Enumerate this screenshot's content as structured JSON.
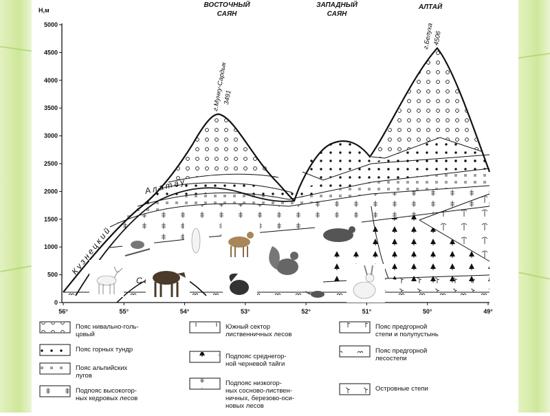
{
  "axis": {
    "y_label": "H,м",
    "y_ticks": [
      {
        "value": 0,
        "label": "0"
      },
      {
        "value": 500,
        "label": "500"
      },
      {
        "value": 1000,
        "label": "1000"
      },
      {
        "value": 1500,
        "label": "1500"
      },
      {
        "value": 2000,
        "label": "2000"
      },
      {
        "value": 2500,
        "label": "2500"
      },
      {
        "value": 3000,
        "label": "3000"
      },
      {
        "value": 3500,
        "label": "3500"
      },
      {
        "value": 4000,
        "label": "4000"
      },
      {
        "value": 4500,
        "label": "4500"
      },
      {
        "value": 5000,
        "label": "5000"
      }
    ],
    "x_ticks": [
      "56°",
      "55°",
      "54°",
      "53°",
      "52°",
      "51°",
      "50°",
      "49°"
    ]
  },
  "regions": {
    "east_sayan": [
      "ВОСТОЧНЫЙ",
      "САЯН"
    ],
    "west_sayan": [
      "ЗАПАДНЫЙ",
      "САЯН"
    ],
    "altai": "АЛТАЙ"
  },
  "peaks": {
    "munku_name": "г.Мунку-Сардык",
    "munku_height": "3491",
    "belukha_name": "г.Белуха",
    "belukha_height": "4506"
  },
  "ridges": {
    "kuznetsky": "Кузнецкий",
    "alatau": "Алатау",
    "salair": "Са"
  },
  "legend": [
    {
      "id": "nival",
      "lines": [
        "Пояс нивально-голь-",
        "цовый"
      ]
    },
    {
      "id": "tundra",
      "lines": [
        "Пояс горных тундр"
      ]
    },
    {
      "id": "alpine",
      "lines": [
        "Пояс альпийских",
        "лугов"
      ]
    },
    {
      "id": "cedar",
      "lines": [
        "Подпояс высокогор-",
        "ных кедровых лесов"
      ]
    },
    {
      "id": "larch",
      "lines": [
        "Южный сектор",
        "лиственничных лесов"
      ]
    },
    {
      "id": "taiga",
      "lines": [
        "Подпояс среднегор-",
        "ной черневой тайги"
      ]
    },
    {
      "id": "lowforest",
      "lines": [
        "Подпояс низкогор-",
        "ных сосново-листвен-",
        "ничных, березово-оси-",
        "новых лесов"
      ]
    },
    {
      "id": "steppe",
      "lines": [
        "Пояс предгорной",
        "степи и полупустынь"
      ]
    },
    {
      "id": "forest_steppe",
      "lines": [
        "Пояс предгорной",
        "лесостепи"
      ]
    },
    {
      "id": "island_steppe",
      "lines": [
        "Островные степи"
      ]
    }
  ],
  "colors": {
    "ink": "#111111",
    "band": "#cfe79a",
    "stripe": "#a8d36a"
  }
}
